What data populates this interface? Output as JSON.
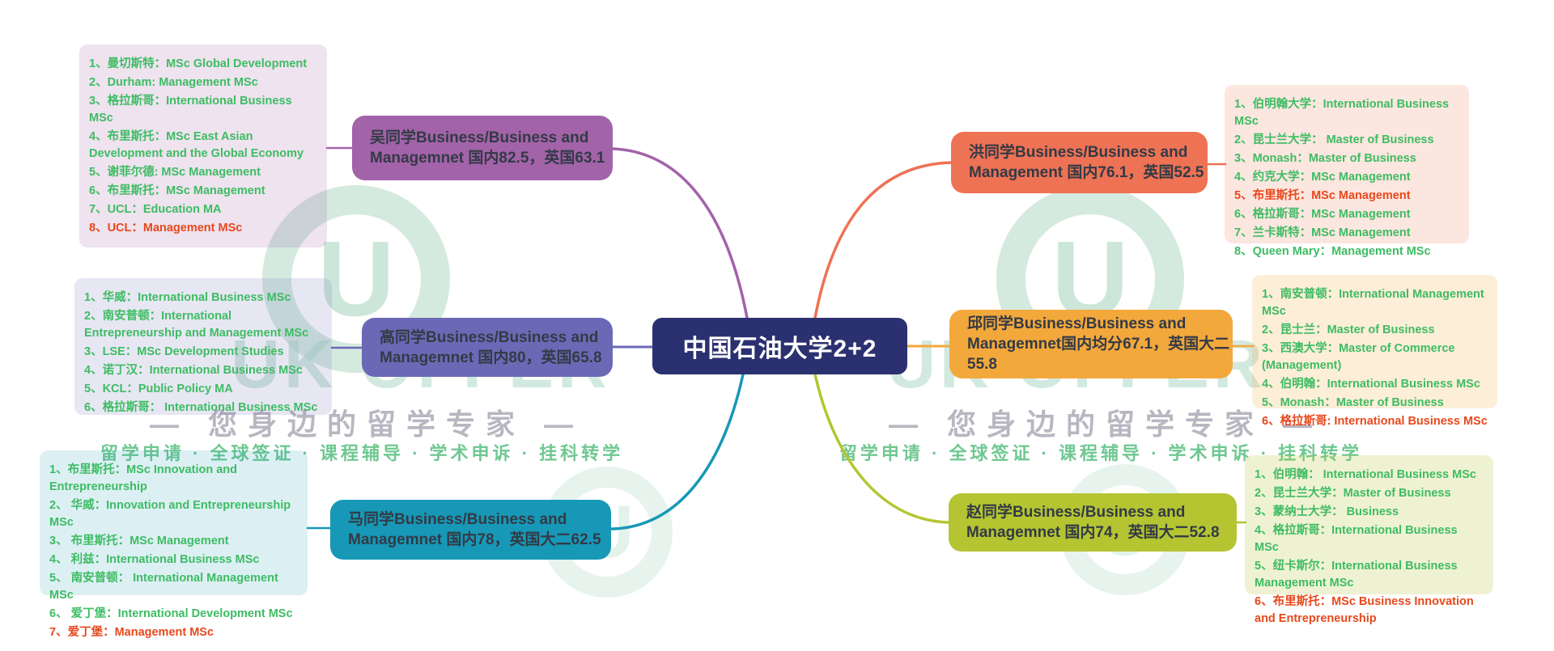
{
  "central": {
    "label": "中国石油大学2+2",
    "bg": "#2b3170",
    "text_color": "#ffffff"
  },
  "watermark": {
    "logo_letter": "U",
    "brand": "UK OFFER",
    "headline": "— 您身边的留学专家 —",
    "tagline": "留学申请 · 全球签证 · 课程辅导 · 学术申诉 · 挂科转学"
  },
  "text_colors": {
    "offer_green": "#3ebc63",
    "offer_red": "#e8481c",
    "node_text": "#333a45"
  },
  "branches": [
    {
      "student": "吴同学",
      "side": "left",
      "node_color": "#a263a9",
      "box_tint": "rgba(162,99,169,0.18)",
      "node_lines": [
        "吴同学Business/Business and",
        "Managemnet 国内82.5，英国63.1"
      ],
      "offers": [
        {
          "text": "1、曼切斯特：MSc Global Development",
          "color": "green"
        },
        {
          "text": "2、Durham: Management MSc",
          "color": "green"
        },
        {
          "text": "3、格拉斯哥：International Business MSc",
          "color": "green"
        },
        {
          "text": "4、布里斯托：MSc East Asian Development and the Global Economy",
          "color": "green"
        },
        {
          "text": "5、谢菲尔德: MSc Management",
          "color": "green"
        },
        {
          "text": "6、布里斯托：MSc Management",
          "color": "green"
        },
        {
          "text": "7、UCL：Education MA",
          "color": "green"
        },
        {
          "text": "8、UCL：Management MSc",
          "color": "red"
        }
      ]
    },
    {
      "student": "高同学",
      "side": "left",
      "node_color": "#6b69b6",
      "box_tint": "rgba(107,105,182,0.16)",
      "node_lines": [
        "高同学Business/Business and",
        "Managemnet 国内80，英国65.8"
      ],
      "offers": [
        {
          "text": "1、华威：International Business MSc",
          "color": "green"
        },
        {
          "text": "2、南安普顿：International Entrepreneurship and Management MSc",
          "color": "green"
        },
        {
          "text": "3、LSE：MSc Development Studies",
          "color": "green"
        },
        {
          "text": "4、诺丁汉：International Business MSc",
          "color": "green"
        },
        {
          "text": "5、KCL：Public Policy MA",
          "color": "green"
        },
        {
          "text": "6、格拉斯哥： International Business MSc",
          "color": "green"
        }
      ]
    },
    {
      "student": "马同学",
      "side": "left",
      "node_color": "#1798b7",
      "box_tint": "rgba(23,152,183,0.15)",
      "node_lines": [
        "马同学Business/Business and",
        "Managemnet 国内78，英国大二62.5"
      ],
      "offers": [
        {
          "text": "1、布里斯托：MSc Innovation and Entrepreneurship",
          "color": "green"
        },
        {
          "text": "2、 华威：Innovation and Entrepreneurship MSc",
          "color": "green"
        },
        {
          "text": "3、 布里斯托：MSc Management",
          "color": "green"
        },
        {
          "text": "4、 利兹：International Business MSc",
          "color": "green"
        },
        {
          "text": "5、 南安普顿： International Management MSc",
          "color": "green"
        },
        {
          "text": "6、 爱丁堡：International Development MSc",
          "color": "green"
        },
        {
          "text": "7、爱丁堡：Management MSc",
          "color": "red"
        }
      ]
    },
    {
      "student": "洪同学",
      "side": "right",
      "node_color": "#ee7254",
      "box_tint": "rgba(238,114,84,0.18)",
      "node_lines": [
        "洪同学Business/Business and",
        "Management 国内76.1，英国52.5"
      ],
      "offers": [
        {
          "text": "1、伯明翰大学：International Business MSc",
          "color": "green"
        },
        {
          "text": "2、昆士兰大学： Master of Business",
          "color": "green"
        },
        {
          "text": "3、Monash：Master of Business",
          "color": "green"
        },
        {
          "text": "4、约克大学：MSc Management",
          "color": "green"
        },
        {
          "text": "5、布里斯托：MSc Management",
          "color": "red"
        },
        {
          "text": "6、格拉斯哥：MSc Management",
          "color": "green"
        },
        {
          "text": "7、兰卡斯特：MSc Management",
          "color": "green"
        },
        {
          "text": "8、Queen Mary：Management MSc",
          "color": "green"
        }
      ]
    },
    {
      "student": "邱同学",
      "side": "right",
      "node_color": "#f3a83c",
      "box_tint": "rgba(243,168,60,0.2)",
      "node_lines": [
        "邱同学Business/Business and",
        "Managemnet国内均分67.1，英国大二",
        "55.8"
      ],
      "offers": [
        {
          "text": "1、南安普顿：International Management MSc",
          "color": "green"
        },
        {
          "text": "2、昆士兰：Master of Business",
          "color": "green"
        },
        {
          "text": "3、西澳大学：Master of Commerce (Management)",
          "color": "green"
        },
        {
          "text": "4、伯明翰：International Business MSc",
          "color": "green"
        },
        {
          "text": "5、Monash：Master of Business",
          "color": "green"
        },
        {
          "text": "6、格拉斯哥: International Business MSc",
          "color": "red"
        }
      ]
    },
    {
      "student": "赵同学",
      "side": "right",
      "node_color": "#b4c531",
      "box_tint": "rgba(180,197,49,0.22)",
      "node_lines": [
        "赵同学Business/Business and",
        "Managemnet 国内74，英国大二52.8"
      ],
      "offers": [
        {
          "text": "1、伯明翰： International Business MSc",
          "color": "green"
        },
        {
          "text": "2、昆士兰大学：Master of Business",
          "color": "green"
        },
        {
          "text": "3、蒙纳士大学： Business",
          "color": "green"
        },
        {
          "text": "4、格拉斯哥：International Business MSc",
          "color": "green"
        },
        {
          "text": "5、纽卡斯尔：International Business Management MSc",
          "color": "green"
        },
        {
          "text": "6、布里斯托：MSc Business Innovation and Entrepreneurship",
          "color": "red"
        }
      ]
    }
  ]
}
